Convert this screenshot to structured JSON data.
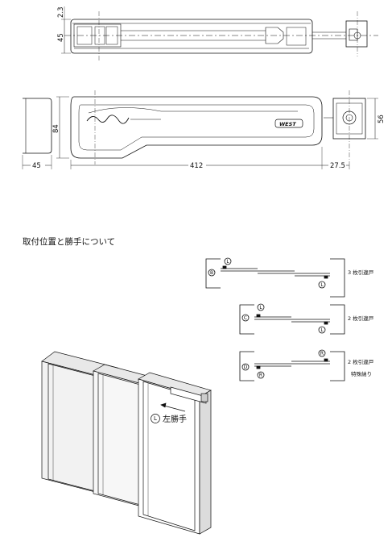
{
  "top_view": {
    "dim_top": "2.3",
    "dim_height": "45"
  },
  "side_view": {
    "dim_height": "84",
    "dim_right_height": "56",
    "dim_left": "45",
    "dim_length": "412",
    "dim_right": "27.5",
    "logo_text": "WEST"
  },
  "section": {
    "title": "取付位置と勝手について"
  },
  "configs": [
    {
      "left_marker": "B",
      "top_marker": "L",
      "bottom_marker": "L",
      "label": "3 枚引違戸"
    },
    {
      "left_marker": "C",
      "top_marker": "L",
      "bottom_marker": "L",
      "label": "2 枚引違戸"
    },
    {
      "left_marker": "D",
      "top_marker": "R",
      "bottom_marker": "R",
      "label": "2 枚引違戸",
      "sublabel": "特殊納り"
    }
  ],
  "illustration": {
    "marker": "L",
    "label": "左勝手"
  }
}
